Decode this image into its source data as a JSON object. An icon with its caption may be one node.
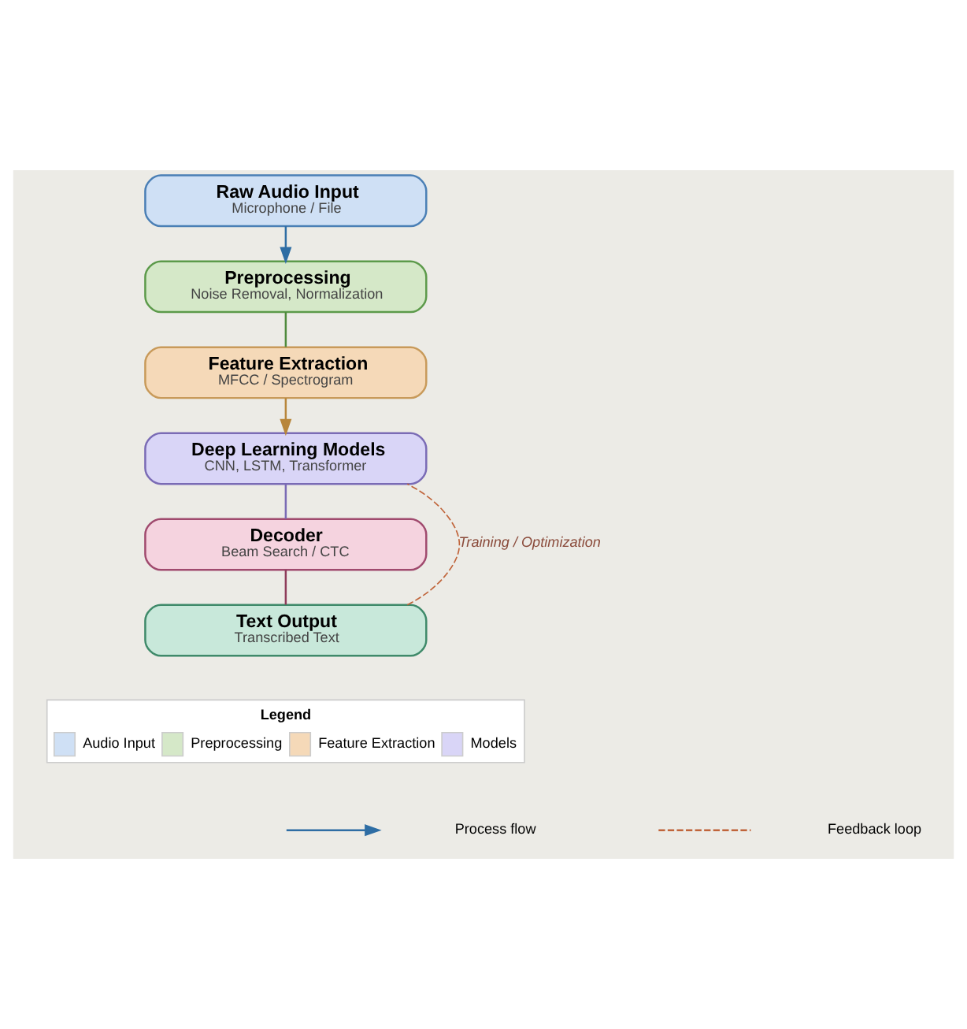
{
  "diagram": {
    "nodes": [
      {
        "text": [
          "Raw Audio Input",
          "Microphone / File"
        ]
      },
      {
        "text": [
          "Preprocessing",
          "Noise Removal, Normalization"
        ]
      },
      {
        "text": [
          "Feature Extraction",
          "MFCC / Spectrogram"
        ]
      },
      {
        "text": [
          "Deep Learning Models",
          "CNN, LSTM, Transformer"
        ]
      },
      {
        "text": [
          "Decoder",
          "Beam Search / CTC"
        ]
      },
      {
        "text": [
          "Text Output",
          "Transcribed Text"
        ]
      }
    ],
    "edges": [
      {
        "from": 0,
        "to": 1,
        "arrow": "to",
        "color": "#2e6da4"
      },
      {
        "from": 1,
        "to": 2,
        "arrow": "none",
        "color": "#4f8a3c"
      },
      {
        "from": 2,
        "to": 3,
        "arrow": "to",
        "color": "#b8863b"
      },
      {
        "from": 3,
        "to": 4,
        "arrow": "none",
        "color": "#7a6bb5"
      },
      {
        "from": 4,
        "to": 5,
        "arrow": "none",
        "color": "#8e3b5a"
      },
      {
        "from": 5,
        "to": 3,
        "arrow": "none",
        "style": "dashed",
        "color": "#c0643a",
        "label": "Training / Optimization"
      }
    ],
    "labels": [
      "Legend"
    ],
    "legend": [
      {
        "text": "Audio Input",
        "color": "#cfe0f5"
      },
      {
        "text": "Preprocessing",
        "color": "#d5e8c8"
      },
      {
        "text": "Feature Extraction",
        "color": "#f5d9b8"
      },
      {
        "text": "Models",
        "color": "#d9d5f7"
      },
      {
        "text": "Process flow"
      },
      {
        "text": "Feedback loop"
      }
    ]
  }
}
